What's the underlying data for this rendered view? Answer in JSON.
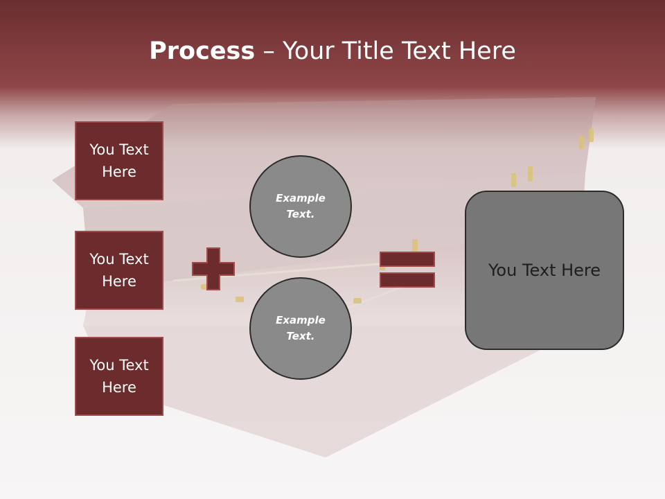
{
  "slide": {
    "title_bold": "Process",
    "title_rest": " – Your Title Text Here"
  },
  "boxes": [
    {
      "label": "You Text Here"
    },
    {
      "label": "You Text Here"
    },
    {
      "label": "You Text Here"
    }
  ],
  "circles": [
    {
      "label": "Example Text."
    },
    {
      "label": "Example Text."
    }
  ],
  "result": {
    "label": "You Text Here"
  },
  "icons": {
    "plus": "plus-icon",
    "equals": "equals-icon"
  },
  "colors": {
    "box_fill": "#6c2b2c",
    "box_border": "#a04a4c",
    "circle_fill": "#8a8a8a",
    "result_fill": "#777777",
    "header": "#8f4648"
  }
}
